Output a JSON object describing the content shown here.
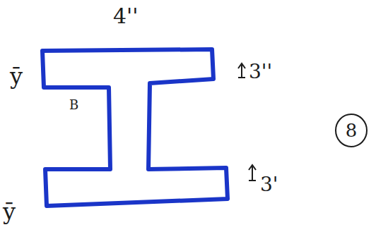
{
  "diagram": {
    "nodes": [
      {
        "text": [
          "8"
        ]
      }
    ],
    "labels": [
      "4''",
      "ȳ",
      "B",
      "3''",
      "3'",
      "ȳ"
    ]
  }
}
